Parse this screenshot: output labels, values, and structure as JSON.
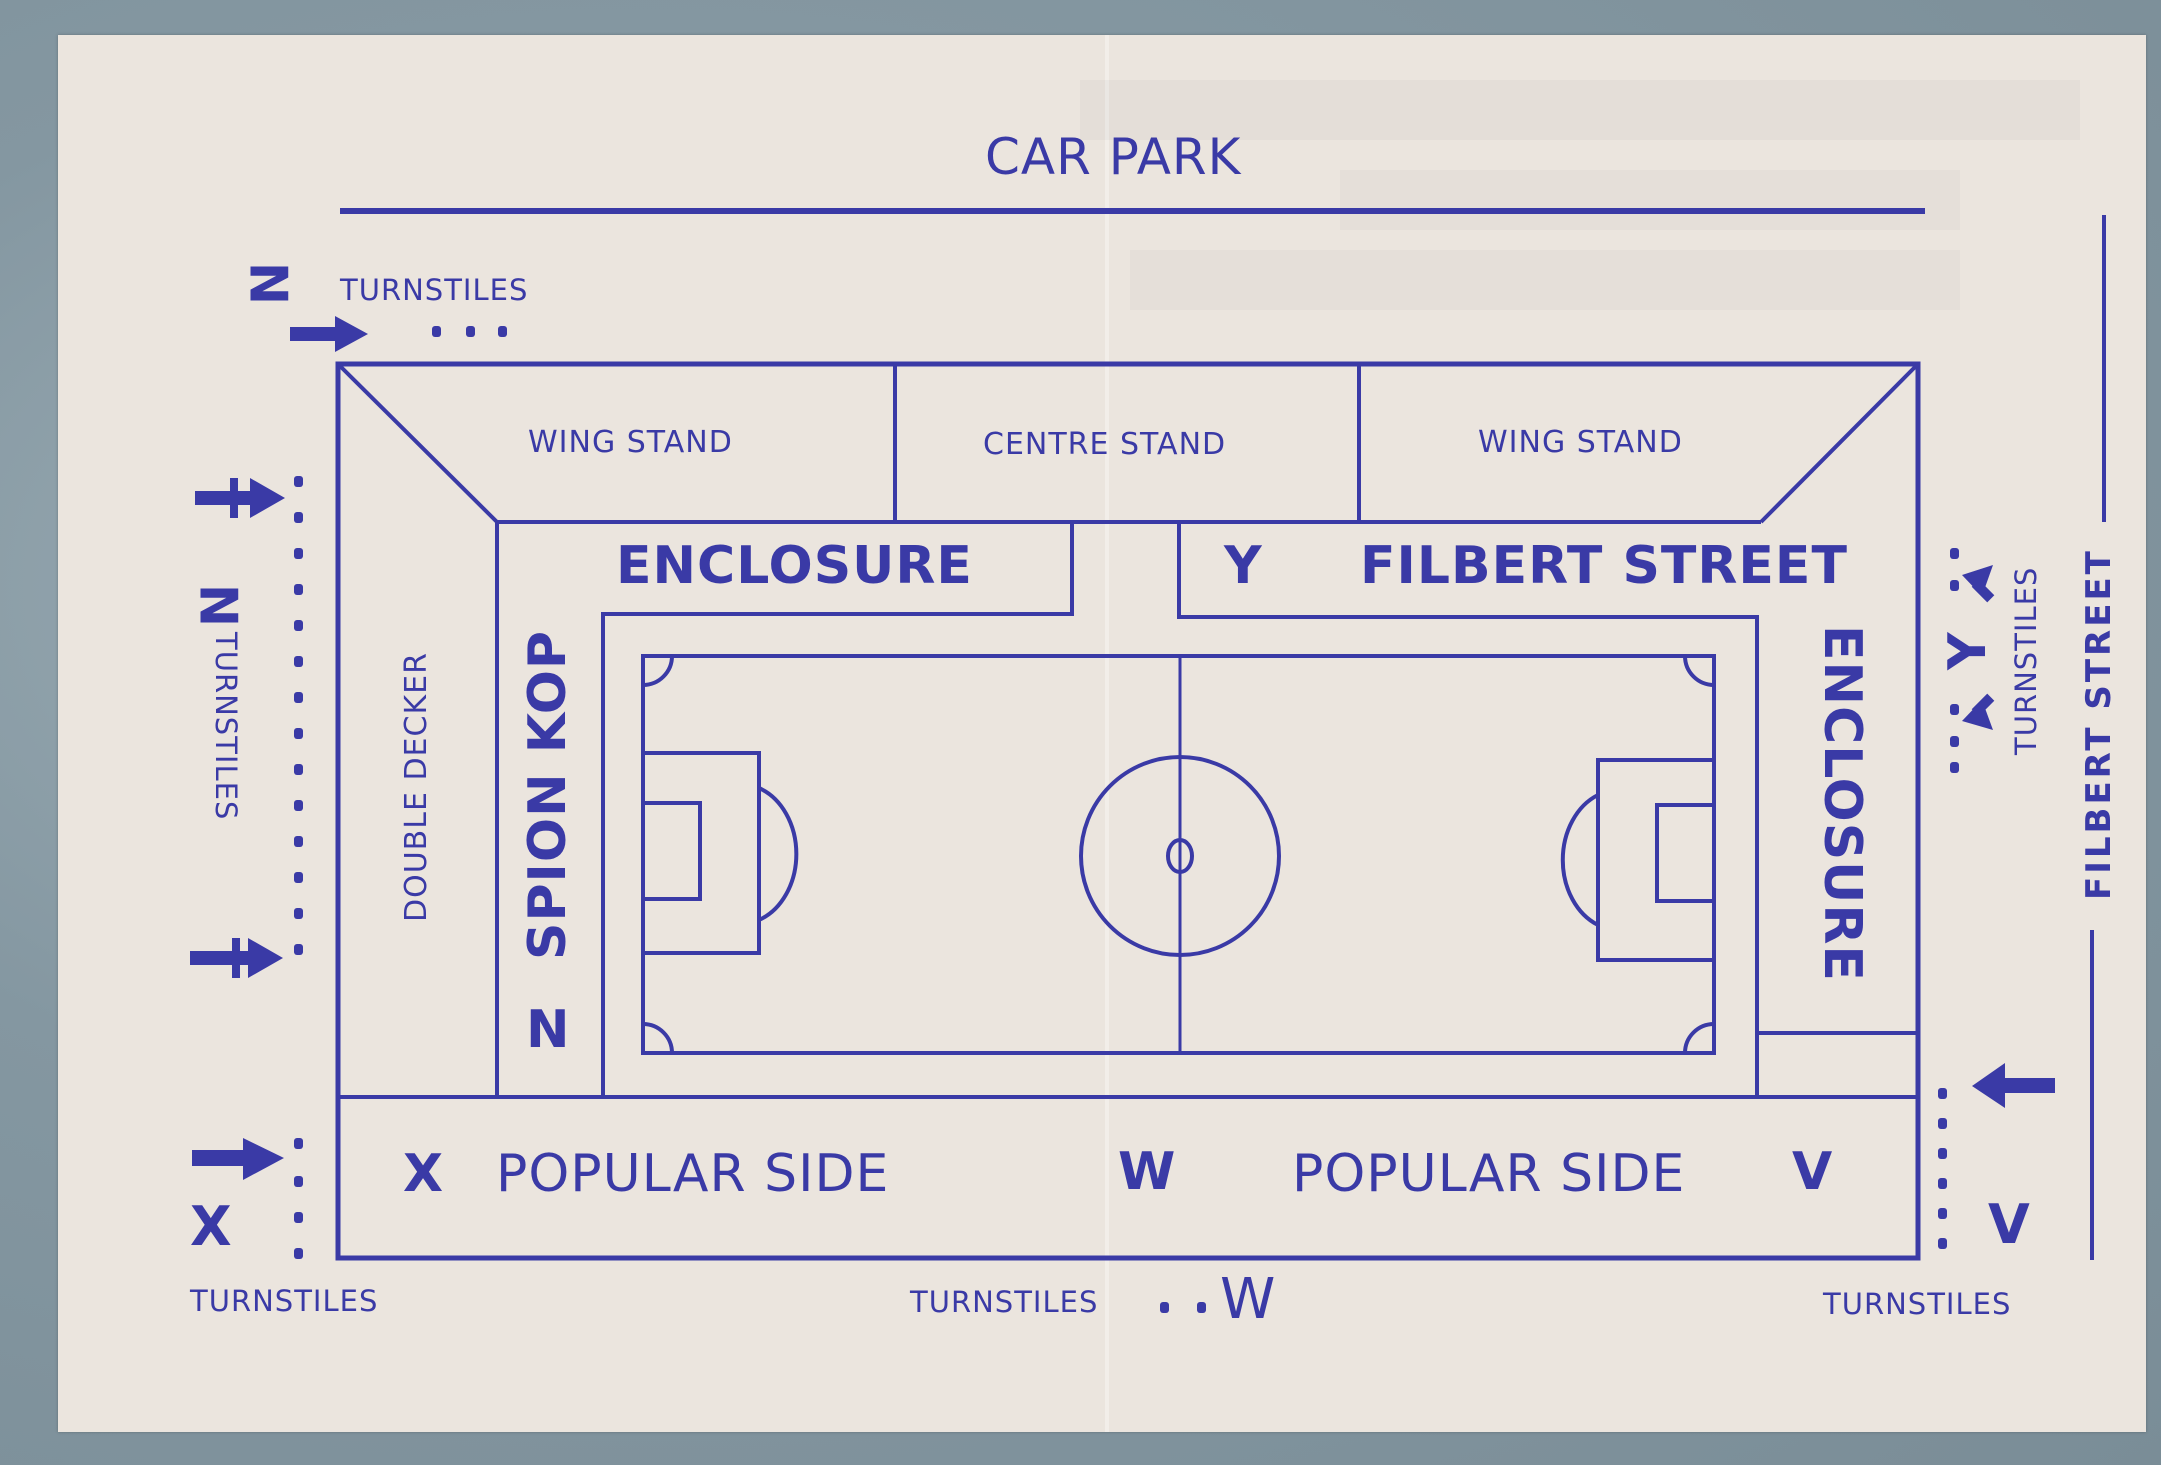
{
  "map": {
    "title_top": "CAR PARK",
    "stands": {
      "wing_stand_left": "WING STAND",
      "centre_stand": "CENTRE STAND",
      "wing_stand_right": "WING STAND",
      "enclosure_left": "ENCLOSURE",
      "filbert_street_stand": "FILBERT STREET",
      "enclosure_right": "ENCLOSURE",
      "double_decker": "DOUBLE DECKER",
      "spion_kop": "SPION KOP",
      "popular_side_left": "POPULAR SIDE",
      "popular_side_right": "POPULAR SIDE"
    },
    "section_letters": {
      "kop_n": "N",
      "filbert_y": "Y",
      "popular_x": "X",
      "popular_w": "W",
      "popular_v": "V"
    },
    "turnstiles": {
      "top_left": {
        "letter": "N",
        "label": "TURNSTILES"
      },
      "left": {
        "letter": "N",
        "label": "TURNSTILES"
      },
      "bottom_left": {
        "letter": "X",
        "label": "TURNSTILES"
      },
      "bottom_centre": {
        "letter": "W",
        "label": "TURNSTILES"
      },
      "bottom_right": {
        "letter": "V",
        "label": "TURNSTILES"
      },
      "right": {
        "letter": "Y",
        "label": "TURNSTILES"
      }
    },
    "street_right": "FILBERT STREET",
    "colors": {
      "ink": "#3a3aa6",
      "paper": "#ebe5de",
      "background": "#8497a1"
    }
  }
}
